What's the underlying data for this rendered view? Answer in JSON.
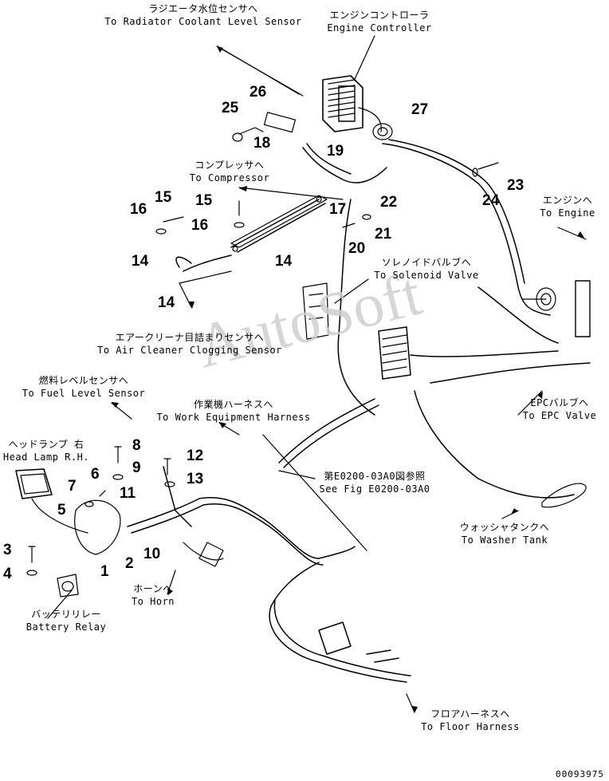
{
  "destinations": {
    "radiator": {
      "jp": "ラジエータ水位センサへ",
      "en": "To Radiator Coolant Level Sensor"
    },
    "engine_controller": {
      "jp": "エンジンコントローラ",
      "en": "Engine Controller"
    },
    "compressor": {
      "jp": "コンプレッサへ",
      "en": "To Compressor"
    },
    "engine": {
      "jp": "エンジンへ",
      "en": "To Engine"
    },
    "solenoid": {
      "jp": "ソレノイドバルブへ",
      "en": "To Solenoid Valve"
    },
    "air_cleaner": {
      "jp": "エアークリーナ目詰まりセンサへ",
      "en": "To Air Cleaner Clogging Sensor"
    },
    "fuel_level": {
      "jp": "燃料レベルセンサへ",
      "en": "To Fuel Level Sensor"
    },
    "work_equipment": {
      "jp": "作業機ハーネスへ",
      "en": "To Work Equipment Harness"
    },
    "epc_valve": {
      "jp": "EPCバルブへ",
      "en": "To EPC Valve"
    },
    "head_lamp": {
      "jp": "ヘッドランプ 右",
      "en": "Head Lamp R.H."
    },
    "see_fig": {
      "jp": "第E0200-03A0図参照",
      "en": "See Fig E0200-03A0"
    },
    "washer_tank": {
      "jp": "ウォッシャタンクへ",
      "en": "To Washer Tank"
    },
    "horn": {
      "jp": "ホーンへ",
      "en": "To Horn"
    },
    "battery_relay": {
      "jp": "バッテリリレー",
      "en": "Battery Relay"
    },
    "floor_harness": {
      "jp": "フロアハーネスへ",
      "en": "To Floor Harness"
    }
  },
  "part_numbers": {
    "n1": "1",
    "n2": "2",
    "n3": "3",
    "n4": "4",
    "n5": "5",
    "n6": "6",
    "n7": "7",
    "n8": "8",
    "n9": "9",
    "n10": "10",
    "n11": "11",
    "n12": "12",
    "n13": "13",
    "n14a": "14",
    "n14b": "14",
    "n14c": "14",
    "n15a": "15",
    "n15b": "15",
    "n16a": "16",
    "n16b": "16",
    "n17": "17",
    "n18": "18",
    "n19": "19",
    "n20": "20",
    "n21": "21",
    "n22": "22",
    "n23": "23",
    "n24": "24",
    "n25": "25",
    "n26": "26",
    "n27": "27"
  },
  "watermark": "AutoSoft",
  "figure_id": "00093975",
  "colors": {
    "line": "#000000",
    "watermark": "#cfcfcf",
    "background": "#ffffff"
  }
}
